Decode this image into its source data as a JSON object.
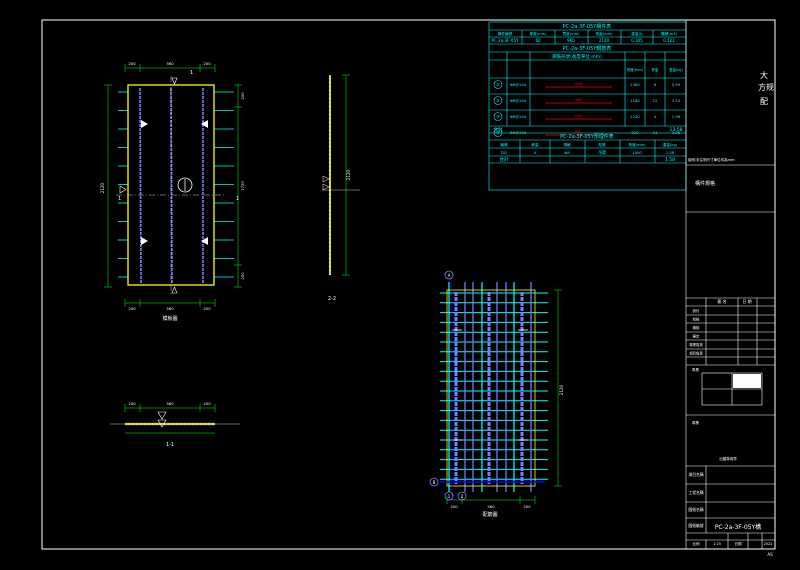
{
  "drawing": {
    "corner_mark": "AS",
    "right_panel": {
      "vertical_title_chars": [
        "大",
        "方",
        "规",
        "配"
      ],
      "note_line": "說明:未注明尺寸單位均為mm",
      "section_label": "構件規格",
      "review_rows": [
        "設計",
        "校核",
        "審核",
        "審定",
        "專業負責",
        "項目負責"
      ],
      "review_header": [
        "簽 名",
        "日 期"
      ],
      "stamp_label": "專業",
      "stamp_note": "出圖專用章",
      "bottom_rows": [
        "項目名稱",
        "工程名稱",
        "圖紙名稱",
        "圖紙編號"
      ],
      "drawing_number": "PC-2a-3F-05Y構",
      "scale_label": "比例",
      "scale_value": "1:25",
      "date_label": "日期",
      "date_value": "2022"
    }
  },
  "tables": {
    "panel_table": {
      "title": "PC-2a-3F-05Y構件表",
      "headers": [
        "構件編號",
        "厚度(mm)",
        "寬度(mm)",
        "長度(mm)",
        "重量(t)",
        "體積(m3)"
      ],
      "row": [
        "PC-2a-3F-05Y",
        "60",
        "960",
        "2120",
        "0.305",
        "0.122"
      ]
    },
    "rebar_table": {
      "title": "PC-2a-3F-05Y鋼筋表",
      "subheader": "鋼筋形狀(長度單位:mm)",
      "extra_headers": [
        "長度(mm)",
        "數量",
        "重量(kg)"
      ],
      "rows": [
        {
          "id": "①",
          "spec": "Ф8@200",
          "shape": "2240",
          "len": "2360",
          "qty": "6",
          "wt": "5.59"
        },
        {
          "id": "②",
          "spec": "Ф6@200",
          "shape": "1060",
          "len": "1180",
          "qty": "12",
          "wt": "3.14"
        },
        {
          "id": "③",
          "spec": "Ф6@200",
          "shape": "2200",
          "len": "2240",
          "qty": "4",
          "wt": "1.99"
        },
        {
          "id": "④",
          "spec": "Ф6@200",
          "shape": "880",
          "len": "920",
          "qty": "14",
          "wt": "2.86"
        }
      ],
      "total_label": "合計",
      "total_value": "13.58"
    },
    "embed_table": {
      "title": "PC-2a-3F-05Y預埋件表",
      "headers": [
        "編號",
        "數量",
        "規格",
        "型號",
        "長度(mm)",
        "重量(kg)"
      ],
      "row": [
        "DJ1",
        "4",
        "Φ8",
        "吊環",
        "1000",
        "1.58"
      ],
      "total_label": "合計",
      "total_value": "1.58"
    }
  },
  "views": {
    "plan": {
      "caption": "模板圖",
      "section_mark": "1",
      "top_dims": [
        "200",
        "560",
        "200"
      ],
      "left_dim": "2120",
      "right_dims": [
        "200",
        "1720",
        "200"
      ],
      "bottom_dims": [
        "200",
        "560",
        "200"
      ]
    },
    "section_22": {
      "caption": "2-2",
      "dim": "2120"
    },
    "section_11": {
      "caption": "1-1",
      "dims": [
        "200",
        "560",
        "200"
      ]
    },
    "rebar_plan": {
      "caption": "配筋圖",
      "axis_a": "A",
      "axis_b": "B",
      "axis_1": "1",
      "axis_2": "2",
      "side_dim": "2120",
      "bottom_dims": [
        "200",
        "560",
        "200"
      ]
    }
  },
  "colors": {
    "frame": "#ffffff",
    "cyan": "#00ffff",
    "yellow": "#ffff00",
    "purple": "#8080ff",
    "green": "#00ff00",
    "red": "#ff0000",
    "blue": "#0000ff"
  }
}
